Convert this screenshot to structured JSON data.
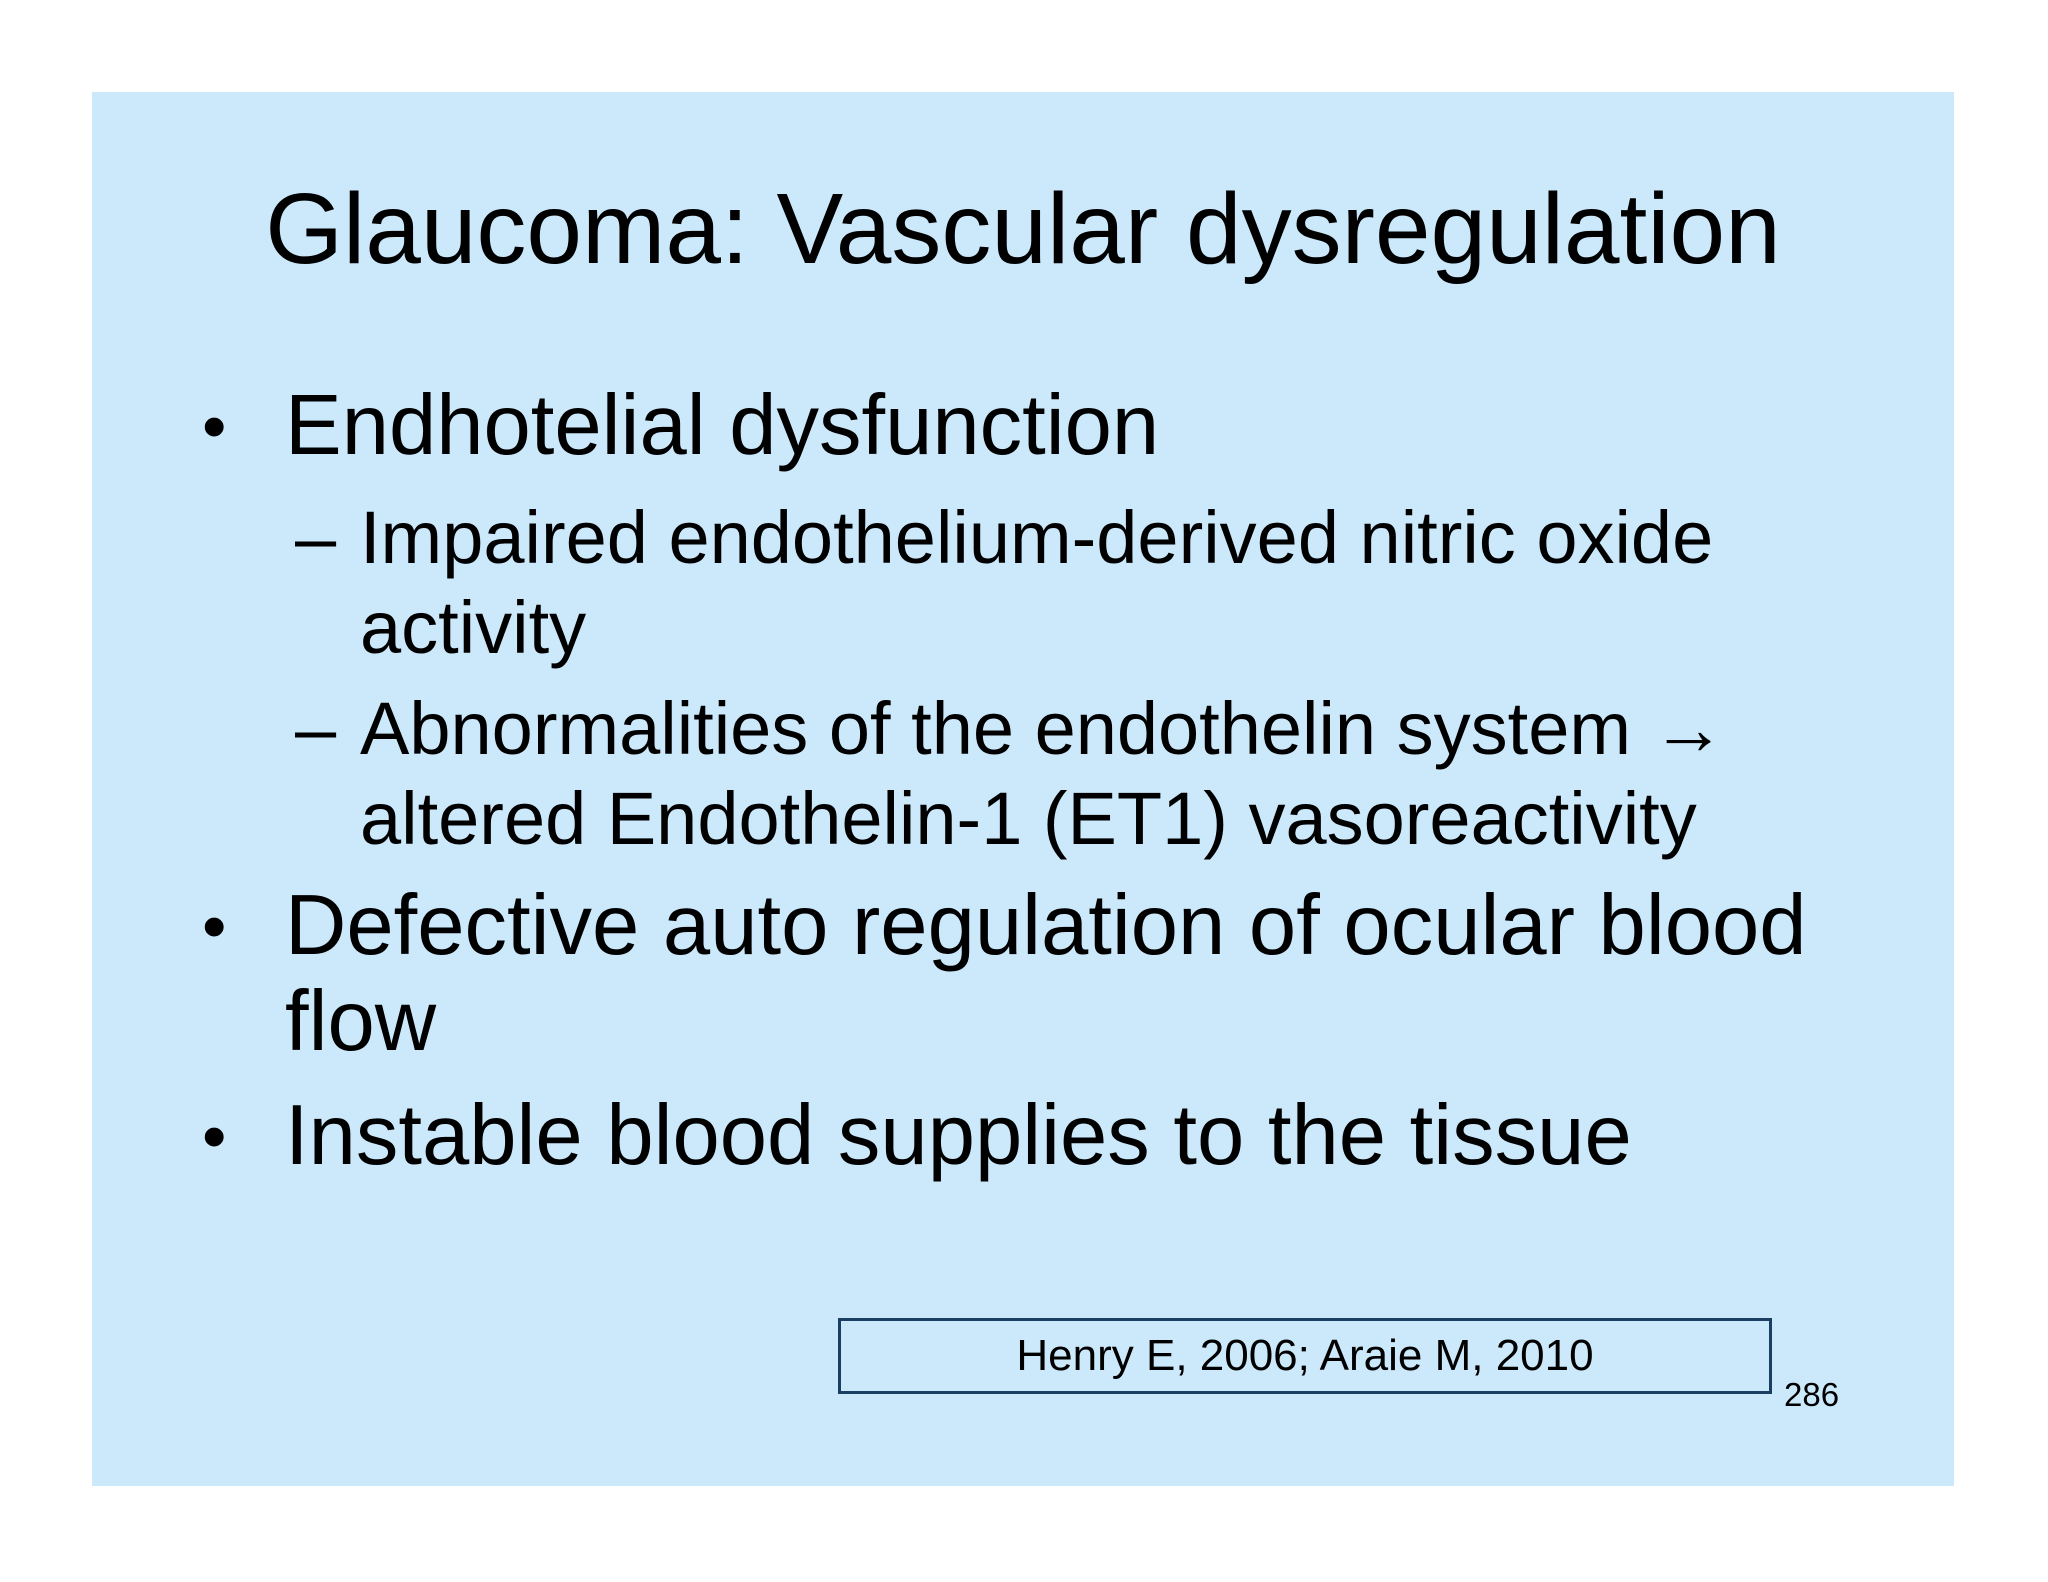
{
  "slide": {
    "title": "Glaucoma: Vascular dysregulation",
    "bullets": [
      {
        "level": 1,
        "marker": "•",
        "text": "Endhotelial dysfunction"
      },
      {
        "level": 2,
        "marker": "–",
        "text": "Impaired endothelium-derived nitric oxide activity"
      },
      {
        "level": 2,
        "marker": "–",
        "text": "Abnormalities of the endothelin system → altered Endothelin-1 (ET1) vasoreactivity"
      },
      {
        "level": 1,
        "marker": "•",
        "text": "Defective auto regulation of ocular blood flow"
      },
      {
        "level": 1,
        "marker": "•",
        "text": "Instable blood supplies to the tissue"
      }
    ],
    "citation": "Henry E, 2006; Araie M, 2010",
    "page_number": "286",
    "colors": {
      "canvas": "#ffffff",
      "slide_background": "#cce9fc",
      "citation_border": "#1b3e63",
      "text": "#000000"
    }
  }
}
